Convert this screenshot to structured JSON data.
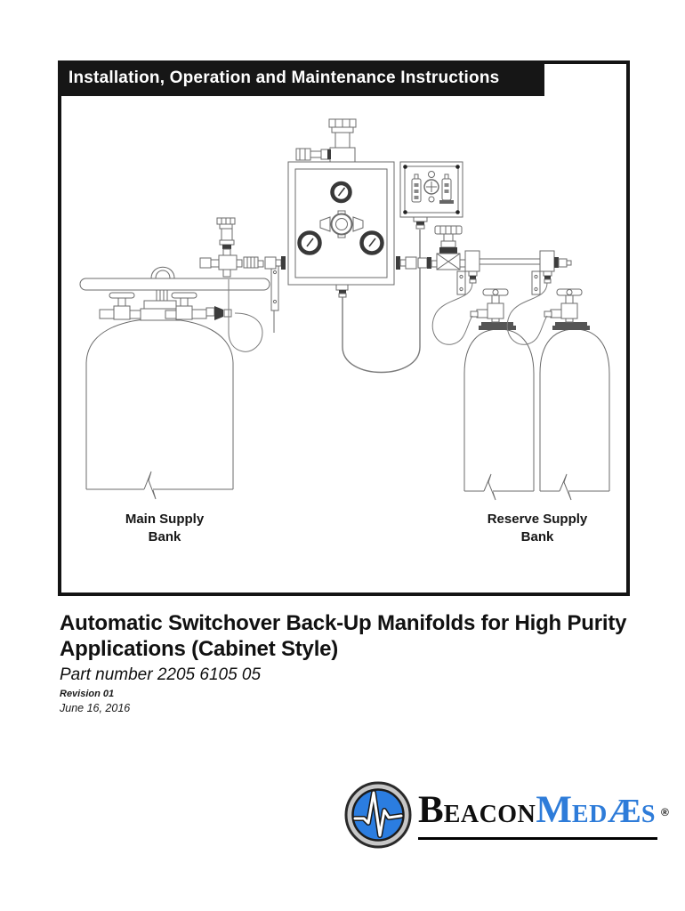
{
  "banner": {
    "text": "Installation, Operation and Maintenance Instructions"
  },
  "diagram": {
    "main_bank_label_line1": "Main Supply",
    "main_bank_label_line2": "Bank",
    "reserve_bank_label_line1": "Reserve Supply",
    "reserve_bank_label_line2": "Bank"
  },
  "doc": {
    "title_line1": "Automatic Switchover Back-Up Manifolds for High Purity",
    "title_line2": "Applications (Cabinet Style)",
    "part_number": "Part number 2205 6105 05",
    "revision": "Revision 01",
    "date": "June 16, 2016"
  },
  "logo": {
    "beacon_initial": "B",
    "beacon_rest": "EACON",
    "medaes_initial": "M",
    "medaes_mid": "ED",
    "medaes_ligature": "Æ",
    "medaes_end": "S",
    "registered_mark": "®"
  },
  "colors": {
    "banner_bg": "#161616",
    "logo_blue": "#2e7cd9",
    "logo_circle_blue": "#2b7de0",
    "line_art_gray": "#6b6b6b"
  }
}
